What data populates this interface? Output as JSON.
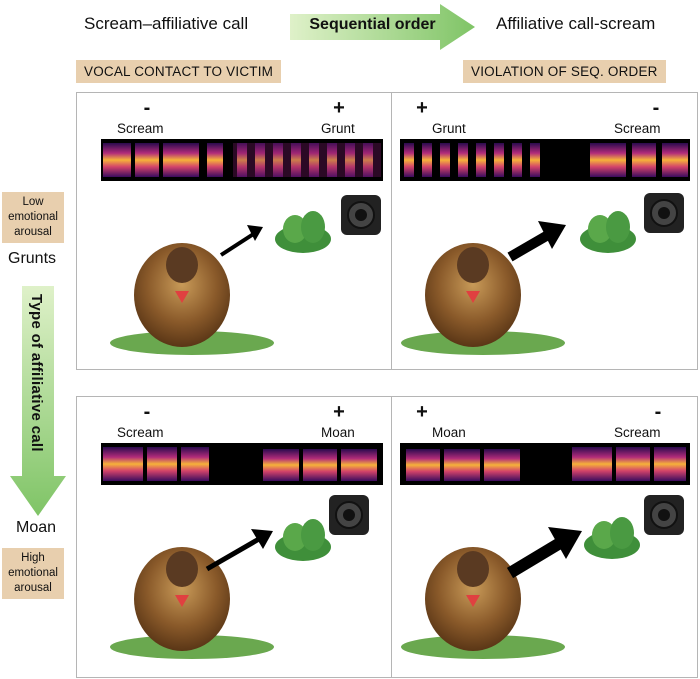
{
  "header": {
    "left_title": "Scream–affiliative call",
    "arrow_label": "Sequential order",
    "right_title": "Affiliative call-scream",
    "left_tag": "VOCAL CONTACT TO VICTIM",
    "right_tag": "VIOLATION OF SEQ. ORDER"
  },
  "side": {
    "low_tag": "Low emotional arousal",
    "grunts_label": "Grunts",
    "arrow_label": "Type of affiliative call",
    "moan_label": "Moan",
    "high_tag": "High emotional arousal"
  },
  "panels": [
    {
      "left_sign": "-",
      "right_sign": "+",
      "left_call": "Scream",
      "right_call": "Grunt"
    },
    {
      "left_sign": "+",
      "right_sign": "-",
      "left_call": "Grunt",
      "right_call": "Scream"
    },
    {
      "left_sign": "-",
      "right_sign": "+",
      "left_call": "Scream",
      "right_call": "Moan"
    },
    {
      "left_sign": "+",
      "right_sign": "-",
      "left_call": "Moan",
      "right_call": "Scream"
    }
  ],
  "colors": {
    "tag": "#e8cfae",
    "arrow_green_light": "#d4ecba",
    "arrow_green_dark": "#7fc466",
    "spec_hot": "#f6c23a",
    "spec_mid": "#c8326e",
    "spec_low": "#3a0c5e"
  }
}
